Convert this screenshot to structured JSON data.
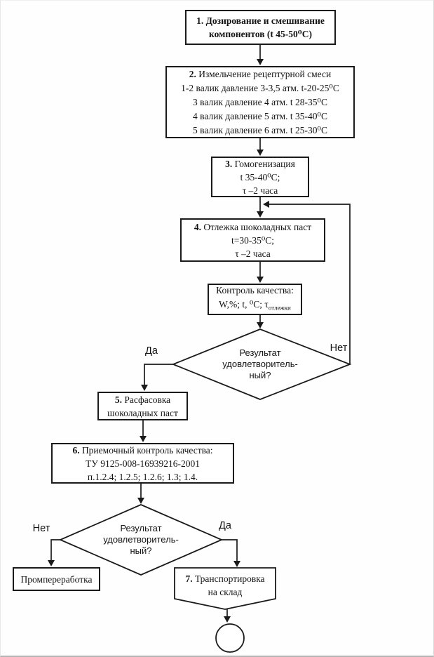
{
  "nodes": {
    "step1": {
      "lines": [
        "1. Дозирование и смешивание",
        "компонентов (t 45-50⁰С)"
      ]
    },
    "step2": {
      "num": "2.",
      "title": "Измельчение рецептурной смеси",
      "rows": [
        "1-2 валик давление 3-3,5 атм. t-20-25⁰С",
        "3 валик давление 4 атм. t 28-35⁰С",
        "4 валик давление 5 атм. t 35-40⁰С",
        "5 валик давление 6 атм. t 25-30⁰С"
      ]
    },
    "step3": {
      "num": "3.",
      "title": "Гомогенизация",
      "rows": [
        "t 35-40⁰С;",
        "τ –2 часа"
      ]
    },
    "step4": {
      "num": "4.",
      "title": "Отлежка шоколадных паст",
      "rows": [
        "t=30-35⁰С;",
        "τ –2 часа"
      ]
    },
    "quality1": {
      "title": "Контроль качества:",
      "formula": "W,%; t, ⁰С; τ",
      "formula_sub": "отлежки"
    },
    "decision1": {
      "lines": [
        "Результат",
        "удовлетворитель-",
        "ный?"
      ],
      "yes": "Да",
      "no": "Нет"
    },
    "step5": {
      "num": "5.",
      "title": "Расфасовка",
      "line2": "шоколадных паст"
    },
    "step6": {
      "num": "6.",
      "title": "Приемочный контроль качества:",
      "rows": [
        "ТУ 9125-008-16939216-2001",
        "п.1.2.4; 1.2.5; 1.2.6; 1.3; 1.4."
      ]
    },
    "decision2": {
      "lines": [
        "Результат",
        "удовлетворитель-",
        "ный?"
      ],
      "yes": "Да",
      "no": "Нет"
    },
    "reprocess": {
      "title": "Промпереработка"
    },
    "step7": {
      "num": "7.",
      "title": "Транспортировка",
      "line2": "на склад"
    }
  },
  "colors": {
    "line": "#1a1a1a",
    "box_fill": "#ffffff"
  }
}
